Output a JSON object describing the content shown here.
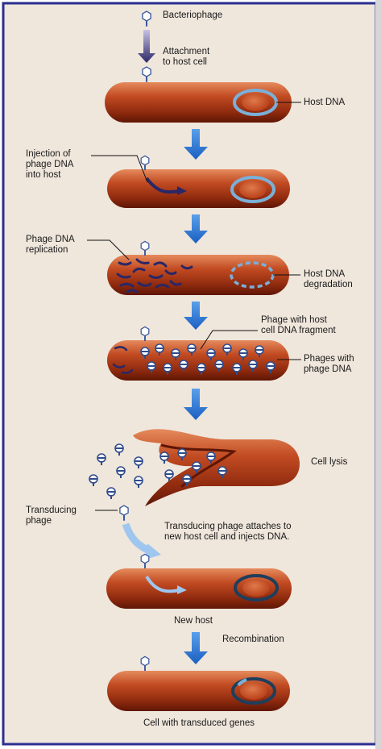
{
  "labels": {
    "bacteriophage": "Bacteriophage",
    "attachment": "Attachment\nto host cell",
    "host_dna": "Host DNA",
    "injection": "Injection of\nphage DNA\ninto host",
    "phage_dna_replication": "Phage DNA\nreplication",
    "host_dna_degradation": "Host DNA\ndegradation",
    "phage_with_host_fragment": "Phage with host\ncell DNA fragment",
    "phages_with_phage_dna": "Phages with\nphage DNA",
    "cell_lysis": "Cell lysis",
    "transducing_phage": "Transducing\nphage",
    "transducing_attaches": "Transducing phage attaches to\nnew host cell and injects DNA.",
    "new_host": "New host",
    "recombination": "Recombination",
    "cell_with_transduced": "Cell with transduced genes"
  },
  "colors": {
    "border": "#2b2f8f",
    "background": "#efe6dc",
    "cell_dark": "#7a1c08",
    "cell_mid": "#b8401a",
    "cell_light": "#e38a5c",
    "step_arrow": "#1f6fd1",
    "dna_ring": "#7ab0d8",
    "phage_blue": "#3c5a9e",
    "phage_dna": "#2a2766"
  }
}
